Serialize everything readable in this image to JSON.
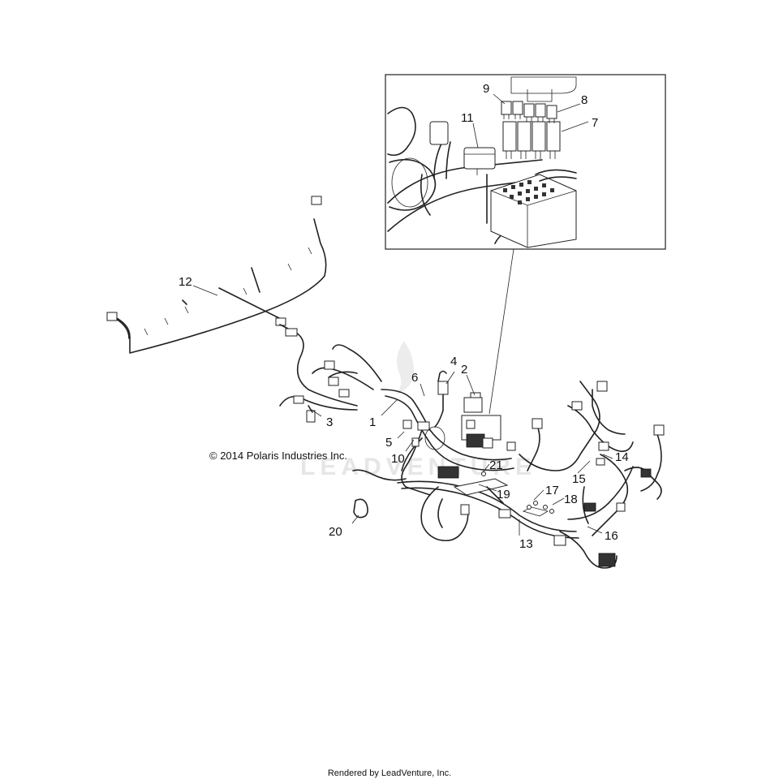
{
  "callouts": {
    "c1": "1",
    "c2": "2",
    "c3": "3",
    "c4": "4",
    "c5": "5",
    "c6": "6",
    "c7": "7",
    "c8": "8",
    "c9": "9",
    "c10": "10",
    "c11": "11",
    "c12": "12",
    "c13": "13",
    "c14": "14",
    "c15": "15",
    "c16": "16",
    "c17": "17",
    "c18": "18",
    "c19": "19",
    "c20": "20",
    "c21": "21"
  },
  "copyright": "© 2014 Polaris Industries Inc.",
  "footer": "Rendered by LeadVenture, Inc.",
  "watermark": "LEADVENTURE"
}
